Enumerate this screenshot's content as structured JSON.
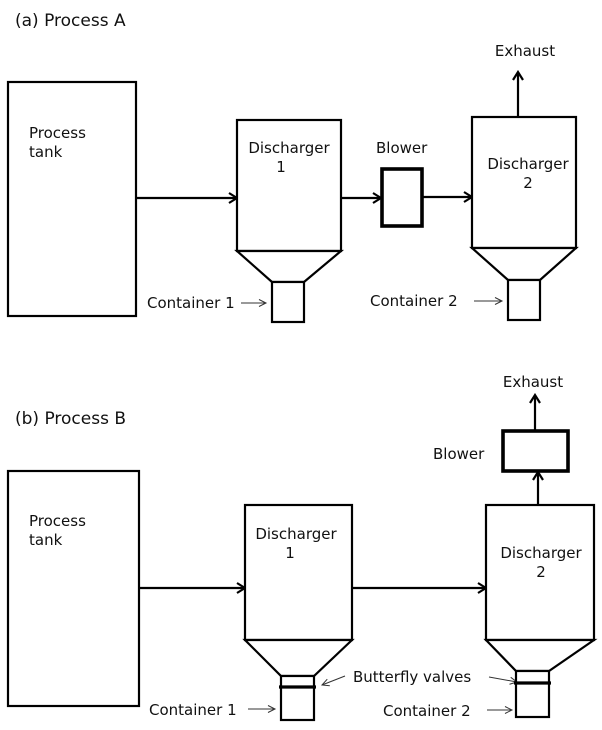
{
  "diagram": {
    "process_a": {
      "title": "(a) Process A",
      "process_tank": {
        "line1": "Process",
        "line2": "tank"
      },
      "discharger_1": {
        "line1": "Discharger",
        "line2": "1"
      },
      "blower": "Blower",
      "discharger_2": {
        "line1": "Discharger",
        "line2": "2"
      },
      "exhaust": "Exhaust",
      "container_1": "Container 1",
      "container_2": "Container 2"
    },
    "process_b": {
      "title": "(b)  Process  B",
      "process_tank": {
        "line1": "Process",
        "line2": "tank"
      },
      "discharger_1": {
        "line1": "Discharger",
        "line2": "1"
      },
      "discharger_2": {
        "line1": "Discharger",
        "line2": "2"
      },
      "blower": "Blower",
      "exhaust": "Exhaust",
      "butterfly_valves": "Butterfly valves",
      "container_1": "Container 1",
      "container_2": "Container 2"
    },
    "colors": {
      "stroke": "#000000",
      "background": "#ffffff"
    }
  }
}
